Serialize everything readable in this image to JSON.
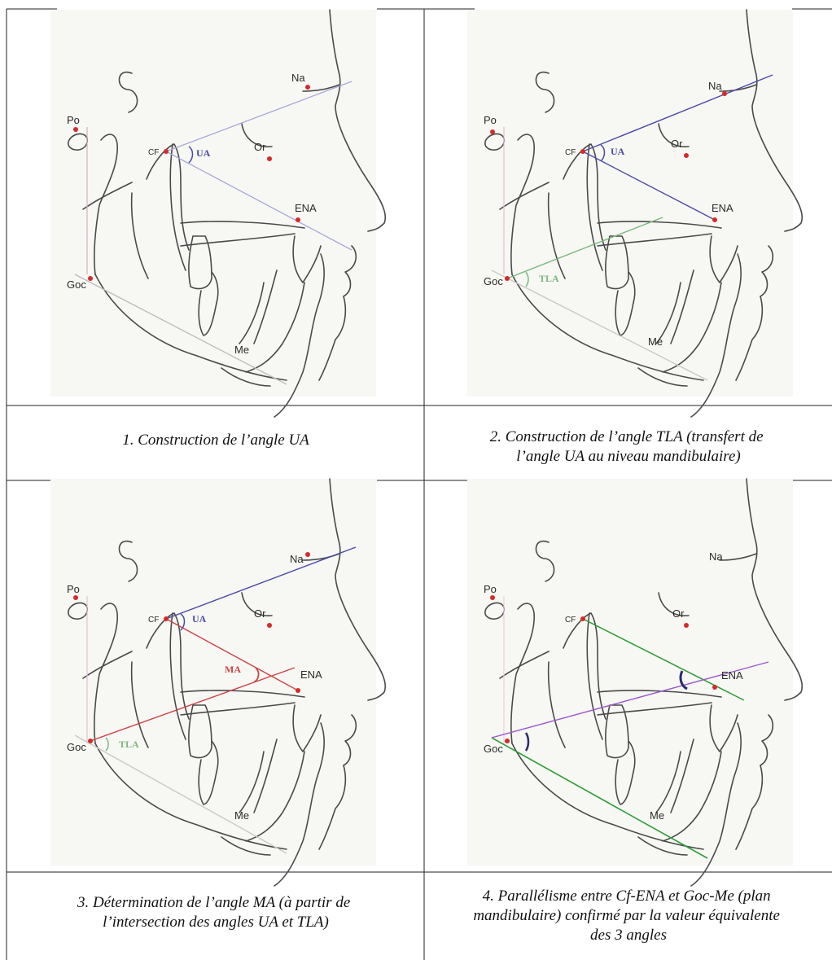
{
  "landmarks": {
    "po": "Po",
    "na": "Na",
    "or": "Or",
    "cf": "CF",
    "ena": "ENA",
    "goc": "Goc",
    "me": "Me"
  },
  "angles": {
    "ua": "UA",
    "tla": "TLA",
    "ma": "MA"
  },
  "colors": {
    "ua_lines_light": "#a8a8d8",
    "ua_lines": "#4a4aa8",
    "tla_line": "#7ab87a",
    "ma_lines": "#cc4444",
    "parallel_green": "#2e9e3a",
    "parallel_purple": "#9b59c9",
    "landmark_red": "#d62a2a"
  },
  "captions": {
    "c1": [
      "1. Construction de l’angle UA"
    ],
    "c2": [
      "2. Construction de l’angle TLA (transfert de",
      "l’angle UA au niveau mandibulaire)"
    ],
    "c3": [
      "3. Détermination de l’angle MA (à partir de",
      "l’intersection des angles UA et TLA)"
    ],
    "c4": [
      "4. Parallélisme entre Cf-ENA et Goc-Me (plan",
      "mandibulaire) confirmé par la valeur équivalente",
      "des 3 angles"
    ]
  }
}
